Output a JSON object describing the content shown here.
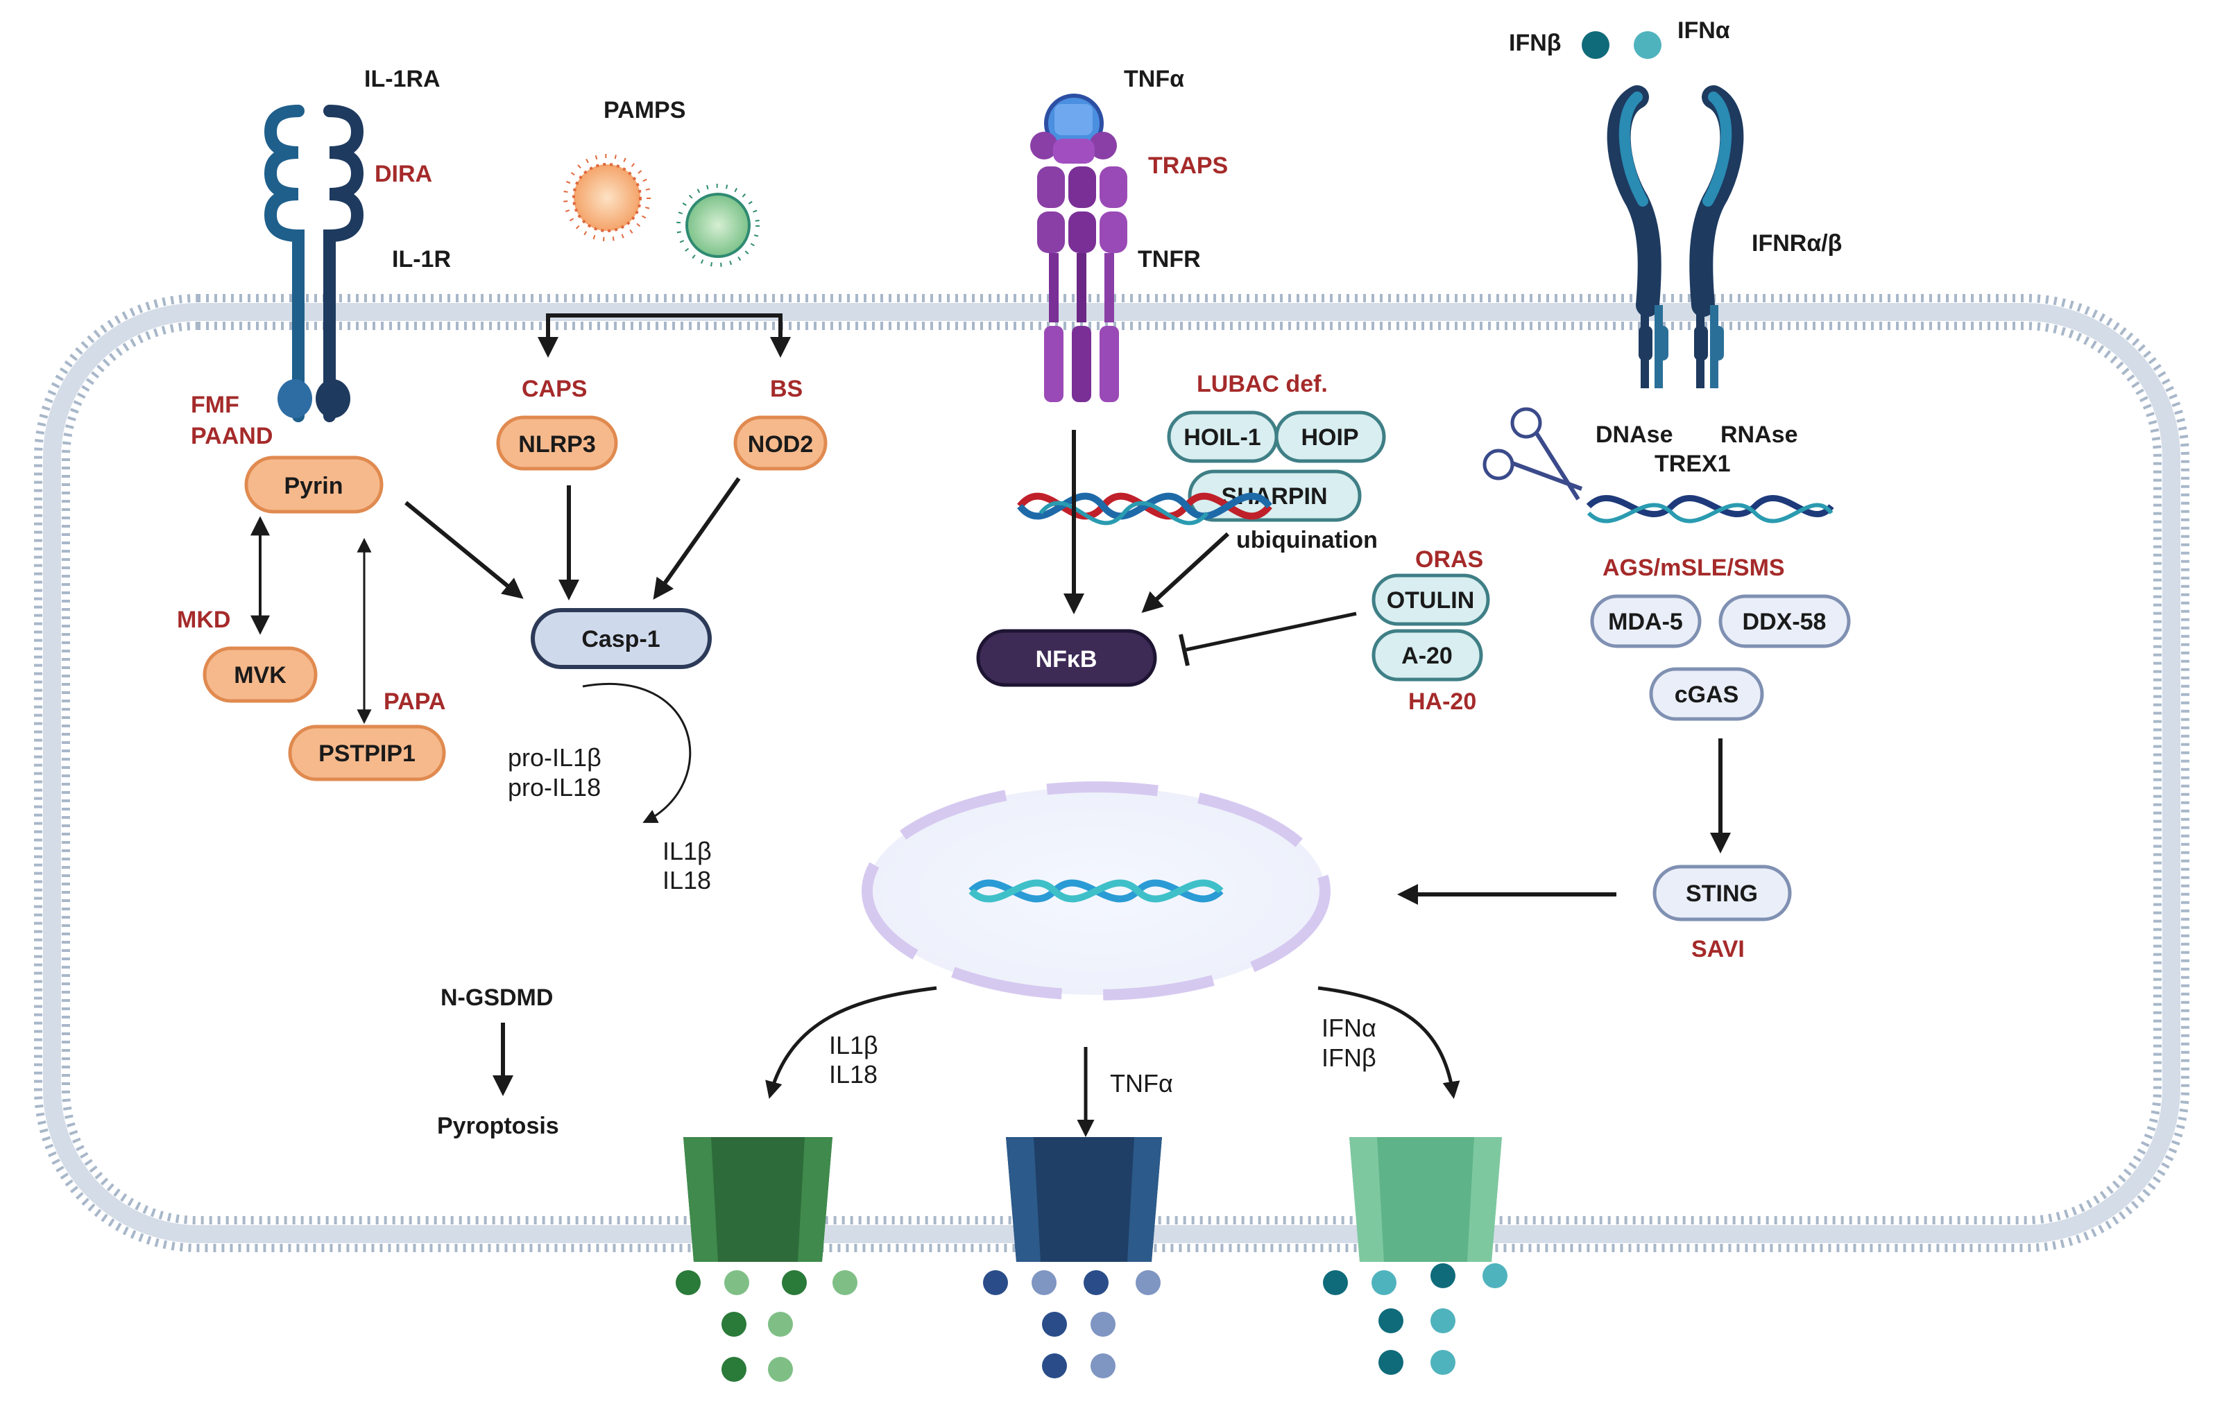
{
  "colors": {
    "membrane_head": "#a8b7c9",
    "membrane_tail": "#c9d3df",
    "orange_node_fill": "#f6b98c",
    "orange_node_stroke": "#e08a50",
    "casp_fill": "#cfd9ec",
    "casp_stroke": "#2c3a58",
    "teal_node_fill": "#d8eef0",
    "teal_node_stroke": "#3f7f86",
    "blue_node_fill": "#e9eef8",
    "blue_node_stroke": "#7f90b2",
    "nfkb_fill": "#3d2a55",
    "disease_red": "#a52a2a",
    "nucleus": "#d6c9f0"
  },
  "receptors": {
    "il1ra": "IL-1RA",
    "dira": "DIRA",
    "il1r": "IL-1R",
    "pamps": "PAMPS",
    "tnfa_top": "TNFα",
    "traps": "TRAPS",
    "tnfr": "TNFR",
    "ifnb_top": "IFNβ",
    "ifna_top": "IFNα",
    "ifnr": "IFNRα/β"
  },
  "inflammasome": {
    "fmf": "FMF",
    "paand": "PAAND",
    "pyrin": "Pyrin",
    "caps": "CAPS",
    "nlrp3": "NLRP3",
    "bs": "BS",
    "nod2": "NOD2",
    "casp1": "Casp-1",
    "mkd": "MKD",
    "mvk": "MVK",
    "papa": "PAPA",
    "pstpip1": "PSTPIP1",
    "pro_il1b": "pro-IL1β",
    "pro_il18": "pro-IL18",
    "il1b": "IL1β",
    "il18": "IL18",
    "ngsdmd": "N-GSDMD",
    "pyroptosis": "Pyroptosis"
  },
  "nfkb_path": {
    "lubac": "LUBAC def.",
    "hoil1": "HOIL-1",
    "hoip": "HOIP",
    "sharpin": "SHARPIN",
    "ubiquination": "ubiquination",
    "oras": "ORAS",
    "otulin": "OTULIN",
    "a20": "A-20",
    "ha20": "HA-20",
    "nfkb": "NFκB"
  },
  "interferon_path": {
    "dnase": "DNAse",
    "rnase": "RNAse",
    "trex1": "TREX1",
    "ags": "AGS/mSLE/SMS",
    "mda5": "MDA-5",
    "ddx58": "DDX-58",
    "cgas": "cGAS",
    "sting": "STING",
    "savi": "SAVI"
  },
  "secretion": {
    "il1b": "IL1β",
    "il18": "IL18",
    "tnfa": "TNFα",
    "ifna": "IFNα",
    "ifnb": "IFNβ"
  }
}
